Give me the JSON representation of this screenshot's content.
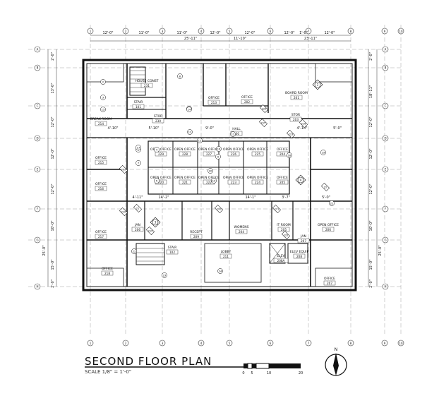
{
  "drawing": {
    "title": "SECOND FLOOR PLAN",
    "scale": "SCALE 1/8\" = 1'-0\"",
    "scale_bar_labels": [
      "0",
      "5",
      "10",
      "20"
    ],
    "north_label": "N"
  },
  "grid": {
    "columns": [
      "1",
      "2",
      "3",
      "4",
      "5",
      "6",
      "7",
      "8",
      "9",
      "10"
    ],
    "rows": [
      "A",
      "B",
      "C",
      "D",
      "E",
      "F",
      "G",
      "H"
    ]
  },
  "dimensions": {
    "top": [
      "12'-0\"",
      "11'-0\"",
      "11'-0\"",
      "12'-0\"",
      "12'-0\"",
      "12'-0\"",
      "1'-0\"",
      "12'-0\"",
      "25'-11\"",
      "11'-10\"",
      "23'-11\""
    ],
    "left": [
      "2'-0\"",
      "13'-0\"",
      "12'-0\"",
      "12'-0\"",
      "12'-0\"",
      "10'-0\"",
      "15'-0\"",
      "25'-0\"",
      "2'-0\""
    ],
    "right": [
      "2'-0\"",
      "18'-11\"",
      "12'-0\"",
      "12'-0\"",
      "12'-0\"",
      "10'-0\"",
      "15'-0\"",
      "25'-0\"",
      "2'-0\""
    ],
    "interior": [
      "4'-10\"",
      "5'-10\"",
      "9'-0\"",
      "4'-10\"",
      "5'-0\"",
      "4'-11\"",
      "14'-2\"",
      "14'-1\"",
      "5'-0\"",
      "3'-7\""
    ]
  },
  "rooms": [
    {
      "name": "HOUSE CONST",
      "num": "231"
    },
    {
      "name": "OFFICE",
      "num": "213"
    },
    {
      "name": "OFFICE",
      "num": "202"
    },
    {
      "name": "BOARD ROOM",
      "num": "201"
    },
    {
      "name": "STAIR",
      "num": "101"
    },
    {
      "name": "STOR",
      "num": "230"
    },
    {
      "name": "BREAK ROOM",
      "num": "214"
    },
    {
      "name": "HALL",
      "num": "230"
    },
    {
      "name": "STOR",
      "num": "203"
    },
    {
      "name": "OFFICE",
      "num": "215"
    },
    {
      "name": "OPEN OFFICE",
      "num": "229"
    },
    {
      "name": "OPEN OFFICE",
      "num": "228"
    },
    {
      "name": "OPEN OFFICE",
      "num": "227"
    },
    {
      "name": "OPEN OFFICE",
      "num": "226"
    },
    {
      "name": "OPEN OFFICE",
      "num": "225"
    },
    {
      "name": "OFFICE",
      "num": "204"
    },
    {
      "name": "OFFICE",
      "num": "216"
    },
    {
      "name": "OPEN OFFICE",
      "num": "220"
    },
    {
      "name": "OPEN OFFICE",
      "num": "221"
    },
    {
      "name": "OPEN OFFICE",
      "num": "222"
    },
    {
      "name": "OPEN OFFICE",
      "num": "223"
    },
    {
      "name": "OPEN OFFICE",
      "num": "224"
    },
    {
      "name": "OFFICE",
      "num": "205"
    },
    {
      "name": "OFFICE",
      "num": "217"
    },
    {
      "name": "JAN",
      "num": "206"
    },
    {
      "name": "RECEPT",
      "num": "209"
    },
    {
      "name": "WOMENS",
      "num": "204"
    },
    {
      "name": "IT ROOM",
      "num": "205"
    },
    {
      "name": "JAN",
      "num": "207"
    },
    {
      "name": "OPEN OFFICE",
      "num": "206"
    },
    {
      "name": "OFFICE",
      "num": "218"
    },
    {
      "name": "STAIR",
      "num": "102"
    },
    {
      "name": "LOBBY",
      "num": "211"
    },
    {
      "name": "ELEV",
      "num": "208A"
    },
    {
      "name": "ELEV EQUIP",
      "num": "208"
    },
    {
      "name": "OFFICE",
      "num": "207"
    }
  ],
  "tags": {
    "elevations": [
      "2",
      "3",
      "4"
    ],
    "keynotes": [
      "1",
      "2",
      "3",
      "4",
      "5",
      "6",
      "7",
      "8",
      "9",
      "10",
      "11",
      "12",
      "13",
      "14",
      "15",
      "16",
      "17",
      "18",
      "19",
      "20",
      "21",
      "22",
      "23",
      "24"
    ],
    "wall_types": [
      "21",
      "22",
      "219",
      "220",
      "221",
      "222",
      "223",
      "224",
      "215",
      "216",
      "209",
      "210"
    ]
  }
}
